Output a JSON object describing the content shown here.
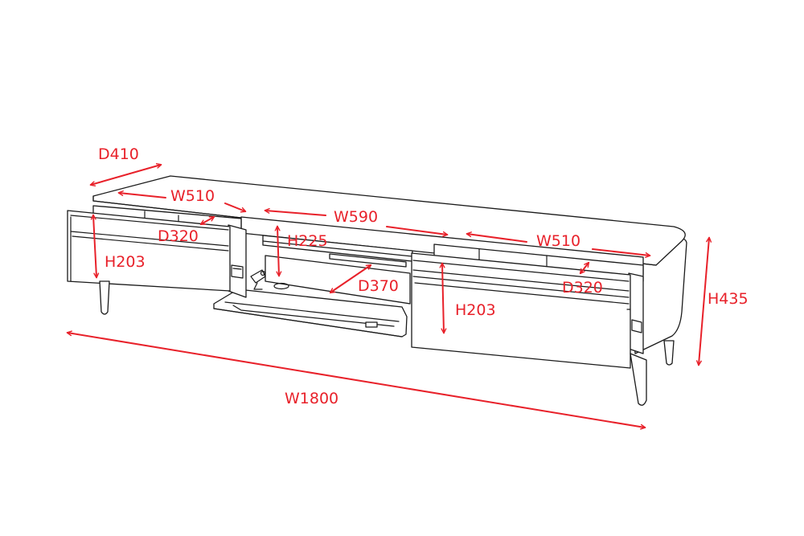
{
  "colors": {
    "dimension": "#e8212a",
    "outline": "#1a1a1a",
    "background": "#ffffff"
  },
  "dimensions": [
    {
      "id": "depth-total",
      "label": "D410"
    },
    {
      "id": "width-left-drawer",
      "label": "W510"
    },
    {
      "id": "depth-left-drawer",
      "label": "D320"
    },
    {
      "id": "height-left-drawer",
      "label": "H203"
    },
    {
      "id": "width-center",
      "label": "W590"
    },
    {
      "id": "height-center",
      "label": "H225"
    },
    {
      "id": "depth-center",
      "label": "D370"
    },
    {
      "id": "width-right-drawer",
      "label": "W510"
    },
    {
      "id": "depth-right-drawer",
      "label": "D320"
    },
    {
      "id": "height-right-drawer",
      "label": "H203"
    },
    {
      "id": "height-total",
      "label": "H435"
    },
    {
      "id": "width-total",
      "label": "W1800"
    }
  ]
}
